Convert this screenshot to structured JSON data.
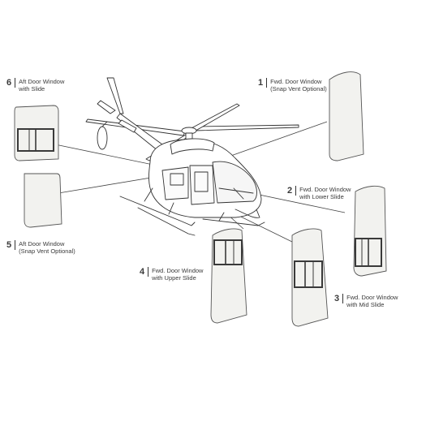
{
  "callouts": [
    {
      "number": "1",
      "line1": "Fwd. Door Window",
      "line2": "(Snap Vent Optional)"
    },
    {
      "number": "2",
      "line1": "Fwd. Door Window",
      "line2": "with Lower Slide"
    },
    {
      "number": "3",
      "line1": "Fwd. Door Window",
      "line2": "with Mid Slide"
    },
    {
      "number": "4",
      "line1": "Fwd. Door Window",
      "line2": "with Upper Slide"
    },
    {
      "number": "5",
      "line1": "Aft Door Window",
      "line2": "(Snap Vent Optional)"
    },
    {
      "number": "6",
      "line1": "Aft Door Window",
      "line2": "with Slide"
    }
  ],
  "colors": {
    "line": "#3a3a3a",
    "panel_fill": "#f2f2ef",
    "frame": "#444444"
  }
}
